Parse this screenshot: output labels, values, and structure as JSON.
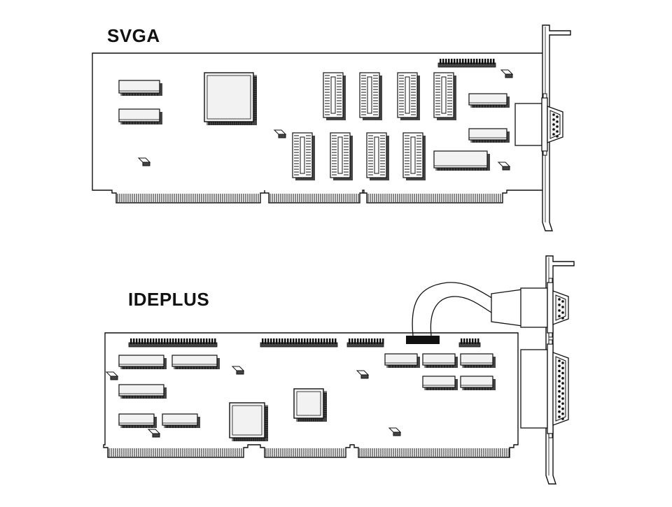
{
  "cards": [
    {
      "id": "svga",
      "label": "SVGA"
    },
    {
      "id": "ideplus",
      "label": "IDEPLUS"
    }
  ],
  "colors": {
    "background": "#ffffff",
    "line": "#111111",
    "shadow": "#444444",
    "chip_face": "#f2f2f2"
  }
}
